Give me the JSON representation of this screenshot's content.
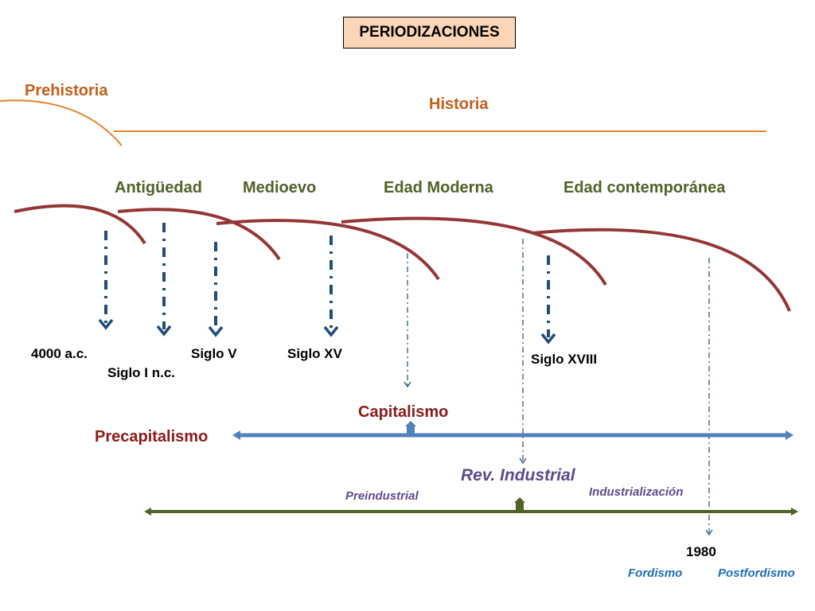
{
  "title": "PERIODIZACIONES",
  "eras": {
    "prehistory": "Prehistoria",
    "history": "Historia"
  },
  "periods": {
    "antiquity": "Antigüedad",
    "middle_ages": "Medioevo",
    "modern": "Edad Moderna",
    "contemporary": "Edad contemporánea"
  },
  "dates": {
    "d1": "4000 a.c.",
    "d2": "Siglo I n.c.",
    "d3": "Siglo V",
    "d4": "Siglo XV",
    "d5": "Siglo XVIII",
    "d6": "1980"
  },
  "economic": {
    "capitalism": "Capitalismo",
    "precapitalism": "Precapitalismo"
  },
  "industrial": {
    "rev": "Rev. Industrial",
    "pre": "Preindustrial",
    "industrialization": "Industrialización"
  },
  "production": {
    "fordism": "Fordismo",
    "postfordism": "Postfordismo"
  },
  "colors": {
    "era_line": "#e3832b",
    "period_arc": "#943634",
    "date_arrow": "#1f4e79",
    "capitalism_axis": "#4f81bd",
    "industrial_axis": "#4f6228",
    "title_fill": "#fbd5b5"
  }
}
